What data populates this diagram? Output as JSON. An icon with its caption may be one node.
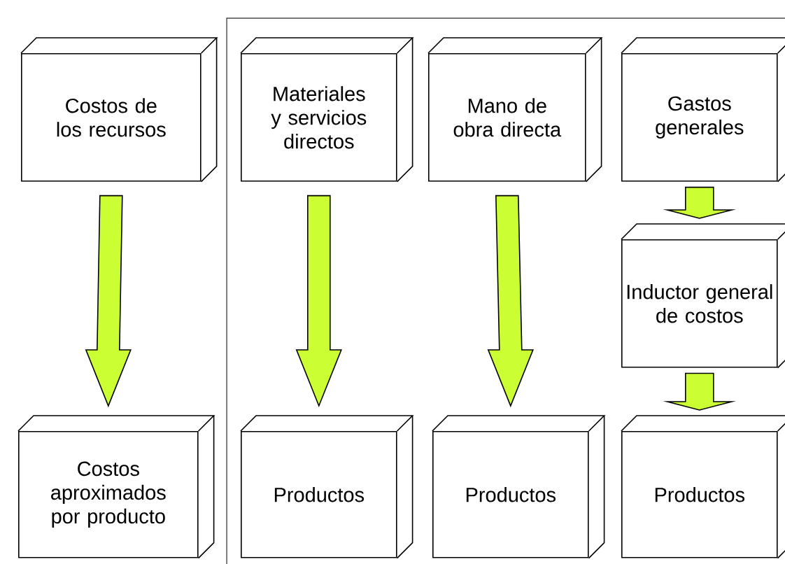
{
  "diagram": {
    "nodes": [
      {
        "text": [
          "Costos de los recursos"
        ]
      },
      {
        "text": [
          "Materiales y servicios directos"
        ]
      },
      {
        "text": [
          "Mano de obra directa"
        ]
      },
      {
        "text": [
          "Gastos generales"
        ]
      },
      {
        "text": [
          "Inductor general de costos"
        ]
      },
      {
        "text": [
          "Costos aproximados por producto"
        ]
      },
      {
        "text": [
          "Productos"
        ]
      },
      {
        "text": [
          "Productos"
        ]
      },
      {
        "text": [
          "Productos"
        ]
      }
    ],
    "edges": [
      {
        "from": 0,
        "to": 5,
        "arrow": "to"
      },
      {
        "from": 1,
        "to": 6,
        "arrow": "to"
      },
      {
        "from": 2,
        "to": 7,
        "arrow": "to"
      },
      {
        "from": 3,
        "to": 4,
        "arrow": "to"
      },
      {
        "from": 4,
        "to": 8,
        "arrow": "to"
      }
    ]
  }
}
